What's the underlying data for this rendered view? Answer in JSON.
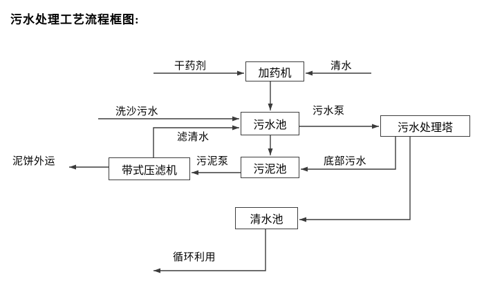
{
  "page": {
    "title": "污水处理工艺流程框图:"
  },
  "diagram": {
    "type": "flowchart",
    "nodes": {
      "dosing_machine": {
        "label": "加药机"
      },
      "sewage_pool": {
        "label": "污水池"
      },
      "treatment_tower": {
        "label": "污水处理塔"
      },
      "sludge_pool": {
        "label": "污泥池"
      },
      "belt_filter_press": {
        "label": "带式压滤机"
      },
      "clean_water_pool": {
        "label": "清水池"
      }
    },
    "flow_labels": {
      "dry_chemical": "干药剂",
      "clean_water": "清水",
      "sand_washing_sewage": "洗沙污水",
      "filtered_water": "滤清水",
      "sewage_pump": "污水泵",
      "bottom_sewage": "底部污水",
      "sludge_pump": "污泥泵",
      "mud_cake_out": "泥饼外运",
      "recycle_use": "循环利用"
    },
    "edges": [
      {
        "from": "干药剂(外部)",
        "to": "加药机",
        "label": "干药剂"
      },
      {
        "from": "清水(外部)",
        "to": "加药机",
        "label": "清水"
      },
      {
        "from": "加药机",
        "to": "污水池",
        "label": ""
      },
      {
        "from": "洗沙污水(外部)",
        "to": "污水池",
        "label": "洗沙污水"
      },
      {
        "from": "带式压滤机",
        "to": "污水池",
        "label": "滤清水"
      },
      {
        "from": "污水池",
        "to": "污水处理塔",
        "label": "污水泵"
      },
      {
        "from": "污水池",
        "to": "污泥池",
        "label": ""
      },
      {
        "from": "污水处理塔",
        "to": "污泥池",
        "label": "底部污水"
      },
      {
        "from": "污泥池",
        "to": "带式压滤机",
        "label": "污泥泵"
      },
      {
        "from": "带式压滤机",
        "to": "泥饼外运",
        "label": "泥饼外运"
      },
      {
        "from": "污水处理塔",
        "to": "清水池",
        "label": ""
      },
      {
        "from": "清水池",
        "to": "循环利用",
        "label": "循环利用"
      }
    ],
    "colors": {
      "background": "#ffffff",
      "line": "#3b3b3b",
      "text": "#000000"
    }
  }
}
